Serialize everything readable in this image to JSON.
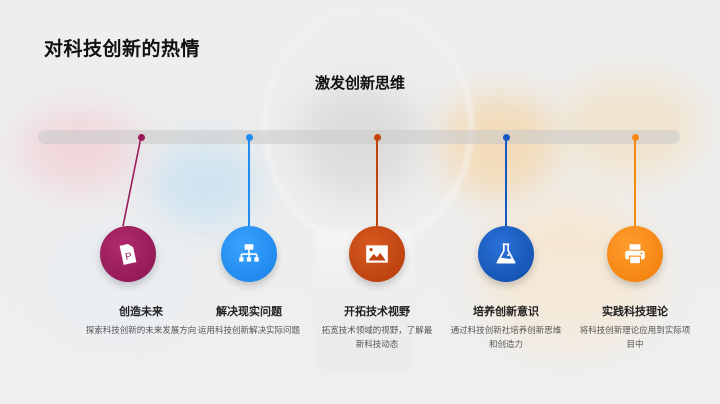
{
  "slide": {
    "title": "对科技创新的热情",
    "subtitle": "激发创新思维"
  },
  "timeline": {
    "items": [
      {
        "label": "创造未来",
        "description": "探索科技创新的未来发展方向",
        "icon": "powerpoint-file-icon",
        "color": "#9b1b5a"
      },
      {
        "label": "解决现实问题",
        "description": "运用科技创新解决实际问题",
        "icon": "sitemap-icon",
        "color": "#1e8cf0"
      },
      {
        "label": "开拓技术视野",
        "description": "拓宽技术领域的视野，了解最新科技动态",
        "icon": "image-icon",
        "color": "#c2430e"
      },
      {
        "label": "培养创新意识",
        "description": "通过科技创新社培养创新思维和创造力",
        "icon": "flask-icon",
        "color": "#1559c2"
      },
      {
        "label": "实践科技理论",
        "description": "将科技创新理论应用到实际项目中",
        "icon": "printer-icon",
        "color": "#f58a12"
      }
    ]
  }
}
